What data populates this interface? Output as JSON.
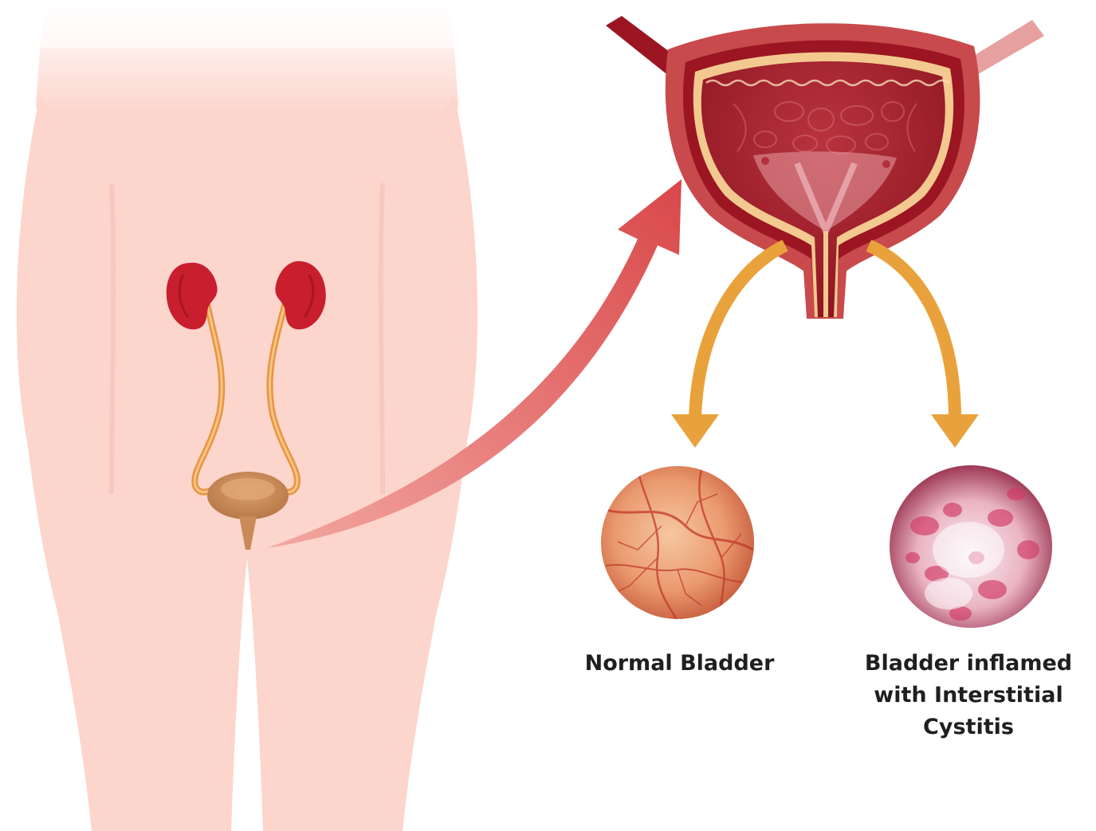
{
  "labels": {
    "normal": "Normal Bladder",
    "inflamed": "Bladder inflamed with Interstitial Cystitis"
  },
  "colors": {
    "body_skin": "#fcd5cc",
    "kidney": "#c81e2d",
    "ureter": "#e8953c",
    "bladder_small": "#c98a57",
    "bladder_outer": "#c94a4c",
    "bladder_wall": "#9b1622",
    "bladder_lining": "#f3c98f",
    "bladder_inner": "#a31c2a",
    "arrow_red": "#e06060",
    "arrow_orange": "#e9a23b",
    "normal_tissue": "#e89a6c",
    "inflamed_tissue": "#e0879a",
    "text": "#1f1f1f"
  },
  "icons": {
    "body": "human-torso-silhouette",
    "kidneys": "kidney-icon",
    "bladder_detail": "bladder-cross-section-icon",
    "normal_view": "cystoscopy-normal-icon",
    "inflamed_view": "cystoscopy-inflamed-icon"
  }
}
